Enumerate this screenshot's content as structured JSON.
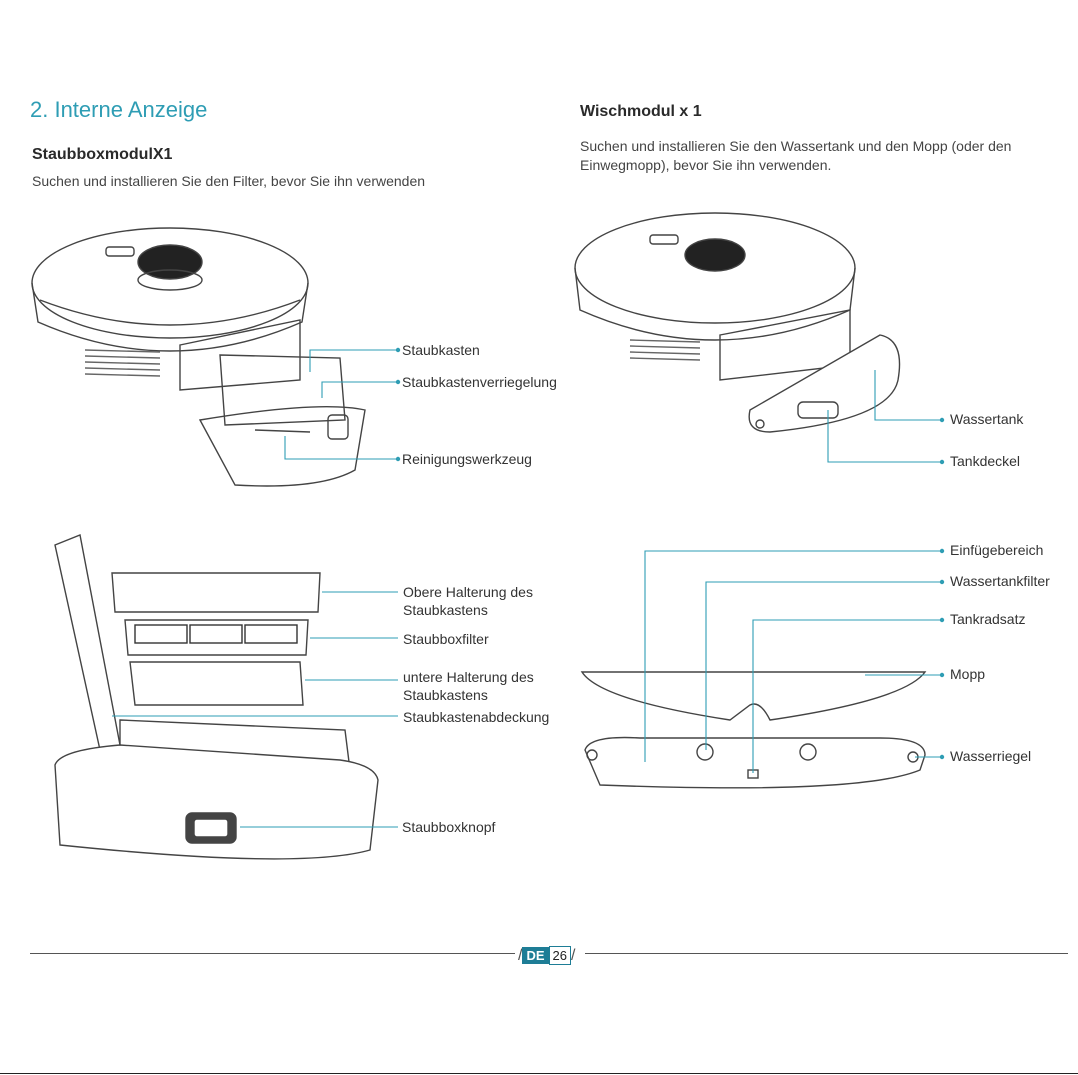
{
  "left": {
    "section_title": "2. Interne Anzeige",
    "subtitle": "StaubboxmodulX1",
    "description": "Suchen und installieren Sie den Filter, bevor Sie ihn verwenden",
    "labels_top": [
      "Staubkasten",
      "Staubkastenverriegelung",
      "Reinigungswerkzeug"
    ],
    "labels_bottom": [
      "Obere Halterung des",
      "Staubkastens",
      "Staubboxfilter",
      "untere Halterung des",
      "Staubkastens",
      "Staubkastenabdeckung",
      "Staubboxknopf"
    ]
  },
  "right": {
    "subtitle": "Wischmodul x 1",
    "description_line1": "Suchen und installieren Sie den Wassertank und den Mopp (oder den",
    "description_line2": "Einwegmopp), bevor Sie ihn verwenden.",
    "labels_top": [
      "Wassertank",
      "Tankdeckel"
    ],
    "labels_bottom": [
      "Einfügebereich",
      "Wassertankfilter",
      "Tankradsatz",
      "Mopp",
      "Wasserriegel"
    ]
  },
  "footer": {
    "lang": "DE",
    "page": "26"
  },
  "colors": {
    "accent": "#2e9db4",
    "line": "#2e9db4",
    "badge": "#1e7d96"
  }
}
